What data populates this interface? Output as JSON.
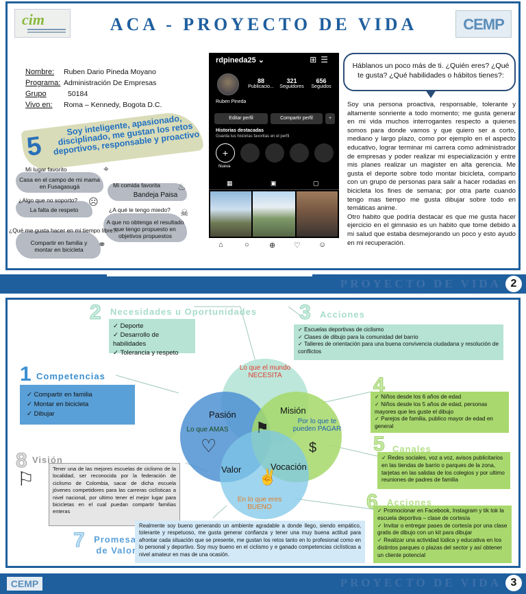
{
  "page1": {
    "logo_left": "cim",
    "logo_right": "CEMP",
    "title": "ACA - PROYECTO DE VIDA",
    "info": [
      {
        "label": "Nombre:",
        "value": "Ruben Dario Pineda Moyano"
      },
      {
        "label": "Programa:",
        "value": "Administración De Empresas"
      },
      {
        "label": "Grupo",
        "value": "50184"
      },
      {
        "label": "Vivo en:",
        "value": "Roma – Kennedy, Bogota D.C."
      }
    ],
    "banner_num": "5",
    "banner_text": "Soy inteligente, apasionado, disciplinado, me gustan los retos deportivos, responsable y proactivo",
    "qa": {
      "q1": "Mi lugar favorito",
      "a1": "Casa en el campo de mi mama en Fusagasugá",
      "q2": "Mi comida favorita",
      "a2": "Bandeja Paisa",
      "q3": "¿Algo que no soporto?",
      "a3": "La falta de respeto",
      "q4": "¿A qué le tengo miedo?",
      "a4": "A que no obtenga el resultado que tengo propuesto en objetivos propuestos",
      "q5": "¿Qué me gusta hacer en mi tiempo libre?",
      "a5": "Compartir en familia y montar en bicicleta"
    },
    "phone": {
      "handle": "rdpineda25 ⌄",
      "posts": "88",
      "posts_label": "Publicacio...",
      "followers": "321",
      "followers_label": "Seguidores",
      "following": "656",
      "following_label": "Seguidos",
      "name": "Ruben Pineda",
      "edit": "Editar perfil",
      "share": "Compartir perfil",
      "hl_title": "Historias destacadas",
      "hl_sub": "Guarda tus historias favoritas en el perfil",
      "new": "Nueva"
    },
    "speech": "Háblanos un poco más de ti. ¿Quién eres? ¿Qué te gusta? ¿Qué habilidades o hábitos tienes?:",
    "about": "Soy una persona proactiva, responsable, tolerante y altamente sonriente a todo momento; me gusta generar en mi vida muchos interrogantes respecto a quienes somos para donde vamos y que quiero ser a corto, mediano y largo plazo, como por ejemplo en el aspecto educativo, lograr terminar mi carrera como administrador de empresas y poder realizar mi especialización y entre mis planes realizar un magister en alta gerencia. Me gusta el deporte sobre todo montar bicicleta, comparto con un grupo de personas para salir a hacer rodadas en bicicleta los fines de semana; por otra parte cuando tengo mas tiempo me gusta dibujar sobre todo en temáticas anime.",
    "about2": "Otro habito que podría destacar es que me gusta hacer ejercicio en el gimnasio es un habito que tome debido a mi salud que estaba desmejorando un poco y esto ayudo en mi recuperación."
  },
  "sep1": {
    "label": "PROYECTO DE VIDA",
    "page": "2"
  },
  "sep2": {
    "label": "PROYECTO DE VIDA",
    "page": "3",
    "logo": "CEMP"
  },
  "page2": {
    "s2": {
      "num": "2",
      "title": "Necesidades u Oportunidades",
      "items": [
        "Deporte",
        "Desarrollo de habilidades",
        "Tolerancia y respeto"
      ]
    },
    "s3": {
      "num": "3",
      "title": "Acciones",
      "items": [
        "Escuelas deportivas de ciclismo",
        "Clases de dibujo para la comunidad del barrio",
        "Talleres de orientación para una buena convivencia ciudadana y resolución de conflictos"
      ]
    },
    "s1": {
      "num": "1",
      "title": "Competencias",
      "items": [
        "Compartir en familia",
        "Montar en bicicleta",
        "Dibujar"
      ]
    },
    "s4": {
      "num": "4",
      "items": [
        "Niños desde los 6 años de edad",
        "Niños desde los 5 años de edad, personas mayores que les guste el dibujo",
        "Parejos de familia, publico mayor de edad en general"
      ]
    },
    "s5": {
      "num": "5",
      "title": "Canales",
      "items": [
        "Redes sociales, voz a voz, avisos publicitarios en las tiendas de barrio o parques de la zona, tarjetas en las salidas de los colegios y por ultimo reuniones de padres de familia"
      ]
    },
    "s6": {
      "num": "6",
      "title": "Acciones",
      "items": [
        "Promocionar en Facebook, Instagram y tik tok la escuela deportiva – clase de cortesía",
        "Invitar o entregar pases de cortesía por una clase gratis de dibujo con un kit para dibujar",
        "Realizar una actividad lúdica y educativa en los distintos parques o plazas del sector y así obtener un cliente potencial"
      ]
    },
    "s8": {
      "num": "8",
      "title": "Visión",
      "text": "Tener una de las mejores escuelas de ciclismo de la localidad, ser reconocida por la federación de ciclismo de Colombia, sacar de dicha escuela jóvenes competidores para las carreras ciclísticas a nivel nacional, por ultimo tener el mejor lugar para bicicletas en el cual puedan compartir familias enteras"
    },
    "s7": {
      "num": "7",
      "title": "Promesa de Valor",
      "text": "Realmente soy bueno generando un ambiente agradable a donde llego, siendo empático, tolerante y respetuoso, me gusta generar confianza y tener una muy buena actitud para afrontar cada situación que se presente, me gustan los retos tanto en lo profesional como en lo personal y deportivo. Soy muy bueno en el ciclismo y e ganado competencias ciclísticas a nivel amateur en mas de una ocasión."
    },
    "venn": {
      "top": "Lo que el mundo NECESITA",
      "pasion": "Pasión",
      "mision": "Misión",
      "amas": "Lo que AMAS",
      "pagar": "Por lo que te pueden PAGAR",
      "valor": "Valor",
      "vocacion": "Vocación",
      "bueno": "En lo que eres BUENO"
    }
  }
}
